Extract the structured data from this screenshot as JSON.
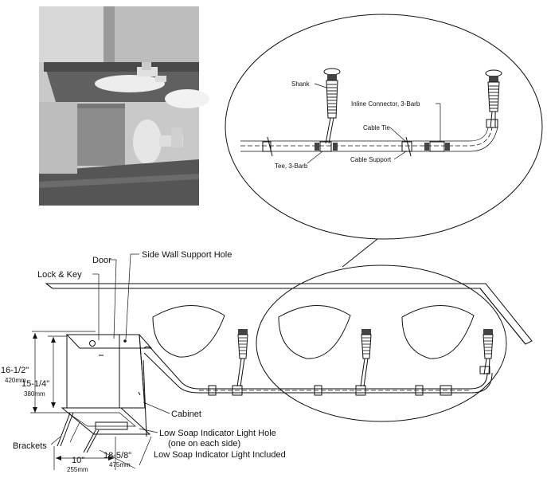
{
  "labels": {
    "door": "Door",
    "side_wall_support_hole": "Side Wall Support Hole",
    "lock_and_key": "Lock & Key",
    "dim_height_total_in": "16-1/2\"",
    "dim_height_total_mm": "420mm",
    "dim_height_inner_in": "15-1/4\"",
    "dim_height_inner_mm": "380mm",
    "cabinet": "Cabinet",
    "brackets": "Brackets",
    "low_soap_hole_line1": "Low Soap Indicator Light Hole",
    "low_soap_hole_line2": "(one on each side)",
    "low_soap_included": "Low Soap Indicator Light Included",
    "dim_width_in": "10\"",
    "dim_width_mm": "255mm",
    "dim_depth_in": "18-5/8\"",
    "dim_depth_mm": "475mm"
  },
  "detail_labels": {
    "shank": "Shank",
    "inline_connector": "Inline Connector, 3-Barb",
    "cable_tie": "Cable Tie",
    "tee": "Tee, 3-Barb",
    "cable_support": "Cable Support"
  },
  "photo": {
    "description_icon": "bathroom-vanity-photo-icon"
  },
  "colors": {
    "ink": "#111111",
    "photo_wall": "#cfcfcf",
    "photo_counter": "#5a5a5a",
    "photo_cabinet": "#8a8a8a"
  }
}
